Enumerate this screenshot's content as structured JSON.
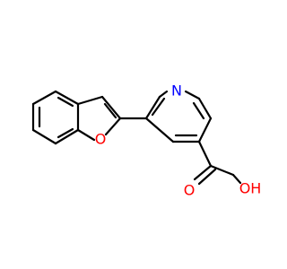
{
  "molecule": {
    "atom_labels": {
      "pyridine_n": "N",
      "furan_o": "O",
      "carbonyl_o": "O",
      "hydroxyl": "OH"
    },
    "colors": {
      "bond": "#000000",
      "nitrogen": "#0000ff",
      "oxygen": "#ff0000",
      "background": "#ffffff"
    }
  }
}
